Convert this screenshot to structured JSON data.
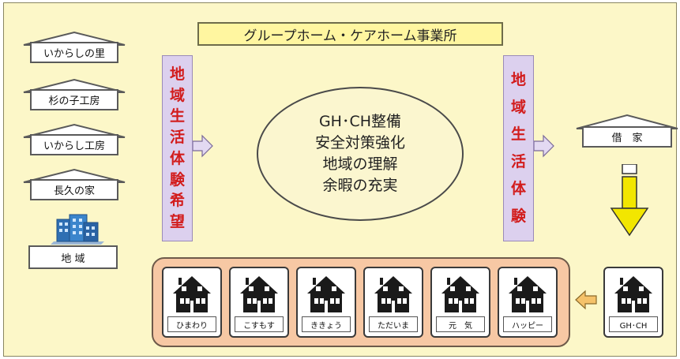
{
  "title": "グループホーム・ケアホーム事業所",
  "left_facilities": [
    "いからしの里",
    "杉の子工房",
    "いからし工房",
    "長久の家"
  ],
  "community_label": "地 域",
  "left_bar_text": "地域生活体験希望",
  "right_bar_text": "地域生活体験",
  "center_lines": [
    "GH･CH整備",
    "安全対策強化",
    "地域の理解",
    "余暇の充実"
  ],
  "rental_label": "借　家",
  "homes": [
    "ひまわり",
    "こすもす",
    "ききょう",
    "ただいま",
    "元　気",
    "ハッピー"
  ],
  "gh_ch_label": "GH･CH",
  "colors": {
    "background": "#fcf7c8",
    "title_bg": "#fff6a0",
    "bar_bg": "#dcd0ee",
    "bar_text": "#d21c1c",
    "tray_bg": "#f7c8a4",
    "down_arrow": "#f2e600"
  },
  "icons": {
    "facility": "house-roof-icon",
    "community": "buildings-icon",
    "group_home": "dark-house-icon",
    "flow": "arrow-icon"
  }
}
